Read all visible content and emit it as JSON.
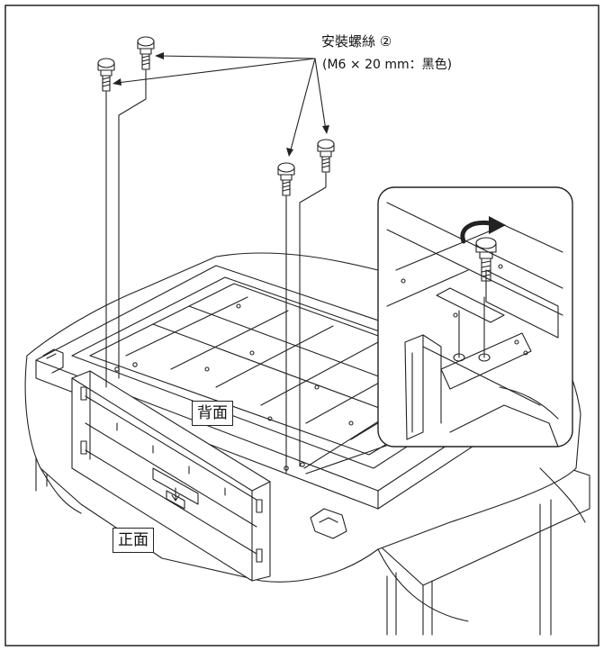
{
  "labels": {
    "screws": "安裝螺絲 ②",
    "screw_spec": "(M6 × 20 mm：黑色)",
    "back": "背面",
    "front": "正面"
  },
  "colors": {
    "line": "#222222",
    "background": "#ffffff"
  }
}
